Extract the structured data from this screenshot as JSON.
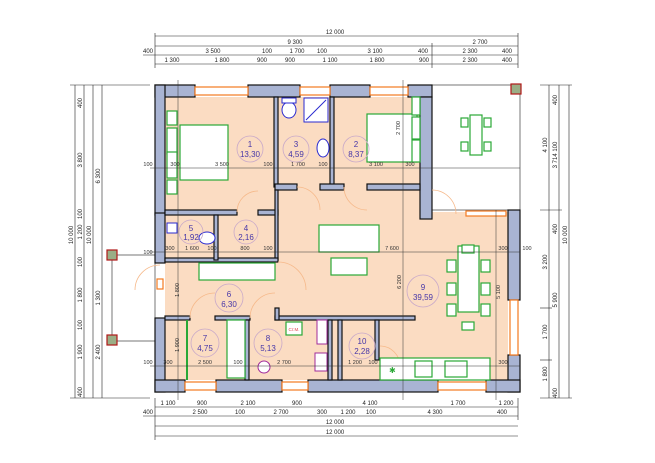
{
  "title_dims": {
    "total": "12 000",
    "total2": "12 000",
    "total3": "12 000",
    "total4": "12 000"
  },
  "top_row2": [
    "9 300",
    "2 700"
  ],
  "top_row3": [
    "400",
    "3 500",
    "100",
    "1 700",
    "100",
    "3 100",
    "400",
    "2 300",
    "400"
  ],
  "top_row4": [
    "1 300",
    "1 800",
    "900",
    "900",
    "1 100",
    "1 800",
    "900",
    "2 300",
    "400"
  ],
  "bottom_row1": [
    "1 100",
    "900",
    "2 100",
    "900",
    "4 100",
    "1 700",
    "1 200"
  ],
  "bottom_row2": [
    "400",
    "2 500",
    "100",
    "2 700",
    "300",
    "1 200",
    "100",
    "4 300",
    "400"
  ],
  "left_dims": [
    "10 000",
    "400",
    "3 800",
    "100",
    "1 200",
    "100",
    "1 800",
    "100",
    "1 900",
    "400",
    "10 000",
    "6 300",
    "1 300",
    "2 400"
  ],
  "right_dims": [
    "4 100",
    "3 200",
    "1 700",
    "1 800",
    "400",
    "3 714 100",
    "400",
    "5 900",
    "400",
    "10 000"
  ],
  "interior_dims": [
    "3 500",
    "100",
    "1 700",
    "100",
    "3 100",
    "300",
    "300",
    "2 700",
    "7 600",
    "6 200",
    "5 100",
    "300",
    "1 600",
    "100",
    "800",
    "100",
    "300",
    "2 500",
    "100",
    "2 700",
    "1 200",
    "100",
    "300",
    "1 800",
    "1 900",
    "300",
    "100",
    "100",
    "100",
    "100"
  ],
  "rooms": [
    {
      "num": "1",
      "area": "13,30"
    },
    {
      "num": "2",
      "area": "8,37"
    },
    {
      "num": "3",
      "area": "4,59"
    },
    {
      "num": "4",
      "area": "2,16"
    },
    {
      "num": "5",
      "area": "1,92"
    },
    {
      "num": "6",
      "area": "6,30"
    },
    {
      "num": "7",
      "area": "4,75"
    },
    {
      "num": "8",
      "area": "5,13"
    },
    {
      "num": "9",
      "area": "39,59"
    },
    {
      "num": "10",
      "area": "2,28"
    }
  ],
  "appliance_label": "Ст.М.",
  "colors": {
    "wall": "#a9b4d3",
    "floor": "#fbdcc2",
    "furniture": "#2aa836",
    "plumbing": "#2a2ad0",
    "window": "#f47a20",
    "label": "#4636a8"
  }
}
